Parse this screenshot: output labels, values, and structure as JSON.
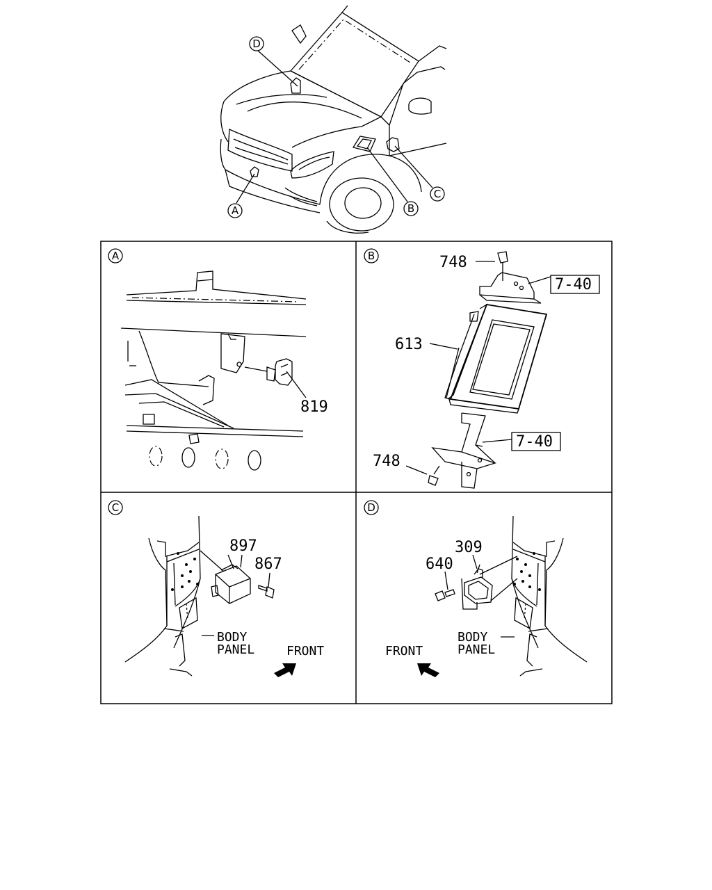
{
  "overview": {
    "callouts": [
      "A",
      "B",
      "C",
      "D"
    ]
  },
  "panels": {
    "A": {
      "letter": "A",
      "parts": [
        "819"
      ]
    },
    "B": {
      "letter": "B",
      "parts": [
        "748",
        "613",
        "748"
      ],
      "refs": [
        "7-40",
        "7-40"
      ]
    },
    "C": {
      "letter": "C",
      "parts": [
        "897",
        "867"
      ],
      "body_line1": "BODY",
      "body_line2": "PANEL",
      "front": "FRONT"
    },
    "D": {
      "letter": "D",
      "parts": [
        "309",
        "640"
      ],
      "body_line1": "BODY",
      "body_line2": "PANEL",
      "front": "FRONT"
    }
  }
}
